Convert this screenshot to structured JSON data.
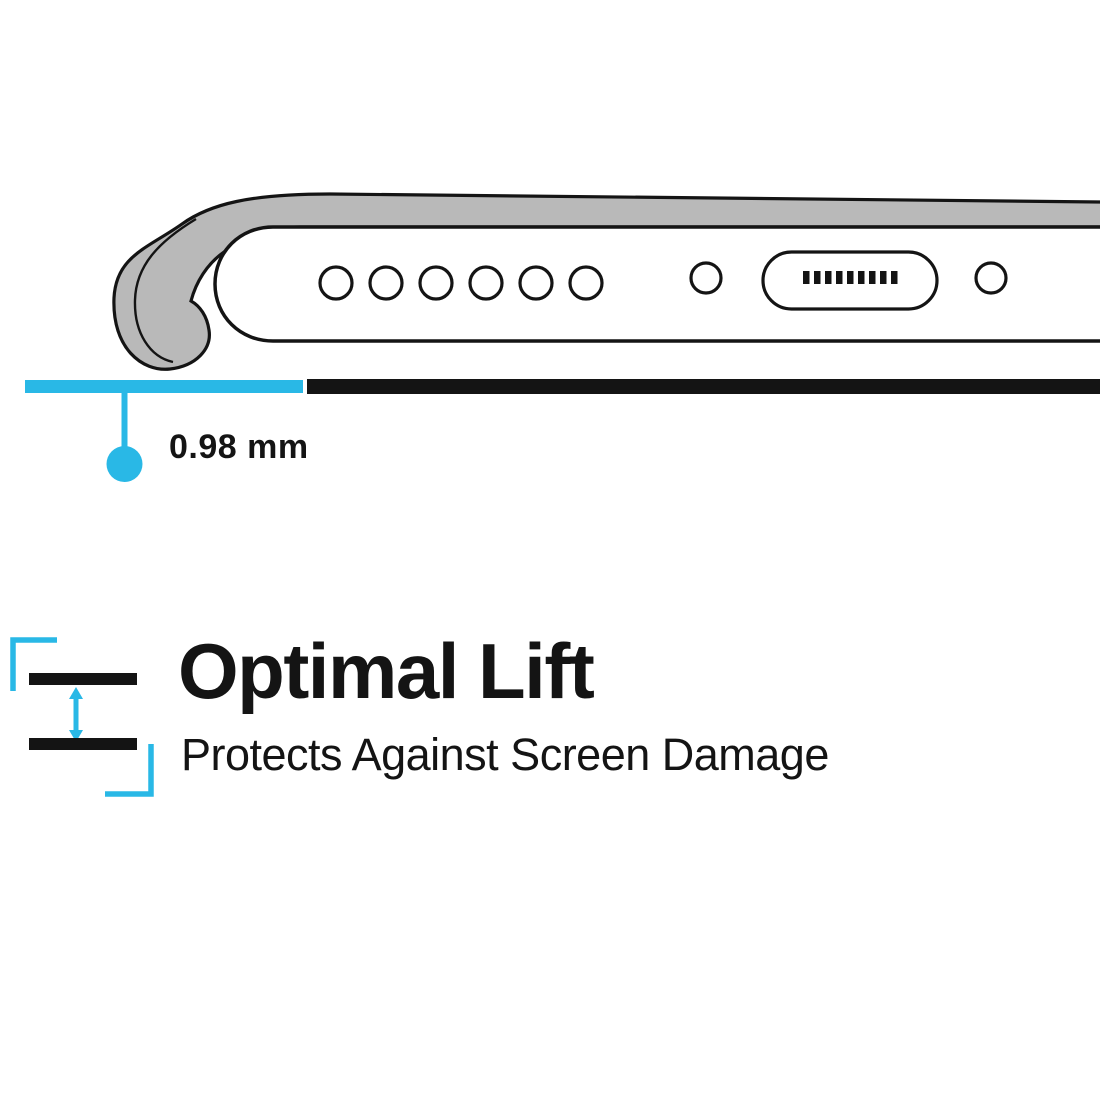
{
  "colors": {
    "accent": "#29b8e6",
    "ink": "#141414",
    "gray": "#b9b9b9",
    "paper": "#ffffff"
  },
  "diagram": {
    "subject": "phone-case-bottom-edge-side-view",
    "measurement_label": "0.98 mm",
    "speaker_hole_count": 6,
    "port": "charging-port"
  },
  "feature": {
    "title": "Optimal Lift",
    "subtitle": "Protects Against Screen Damage"
  },
  "icons": [
    {
      "name": "lift-spacing-icon"
    },
    {
      "name": "double-arrow-icon"
    },
    {
      "name": "measurement-dot-icon"
    }
  ]
}
